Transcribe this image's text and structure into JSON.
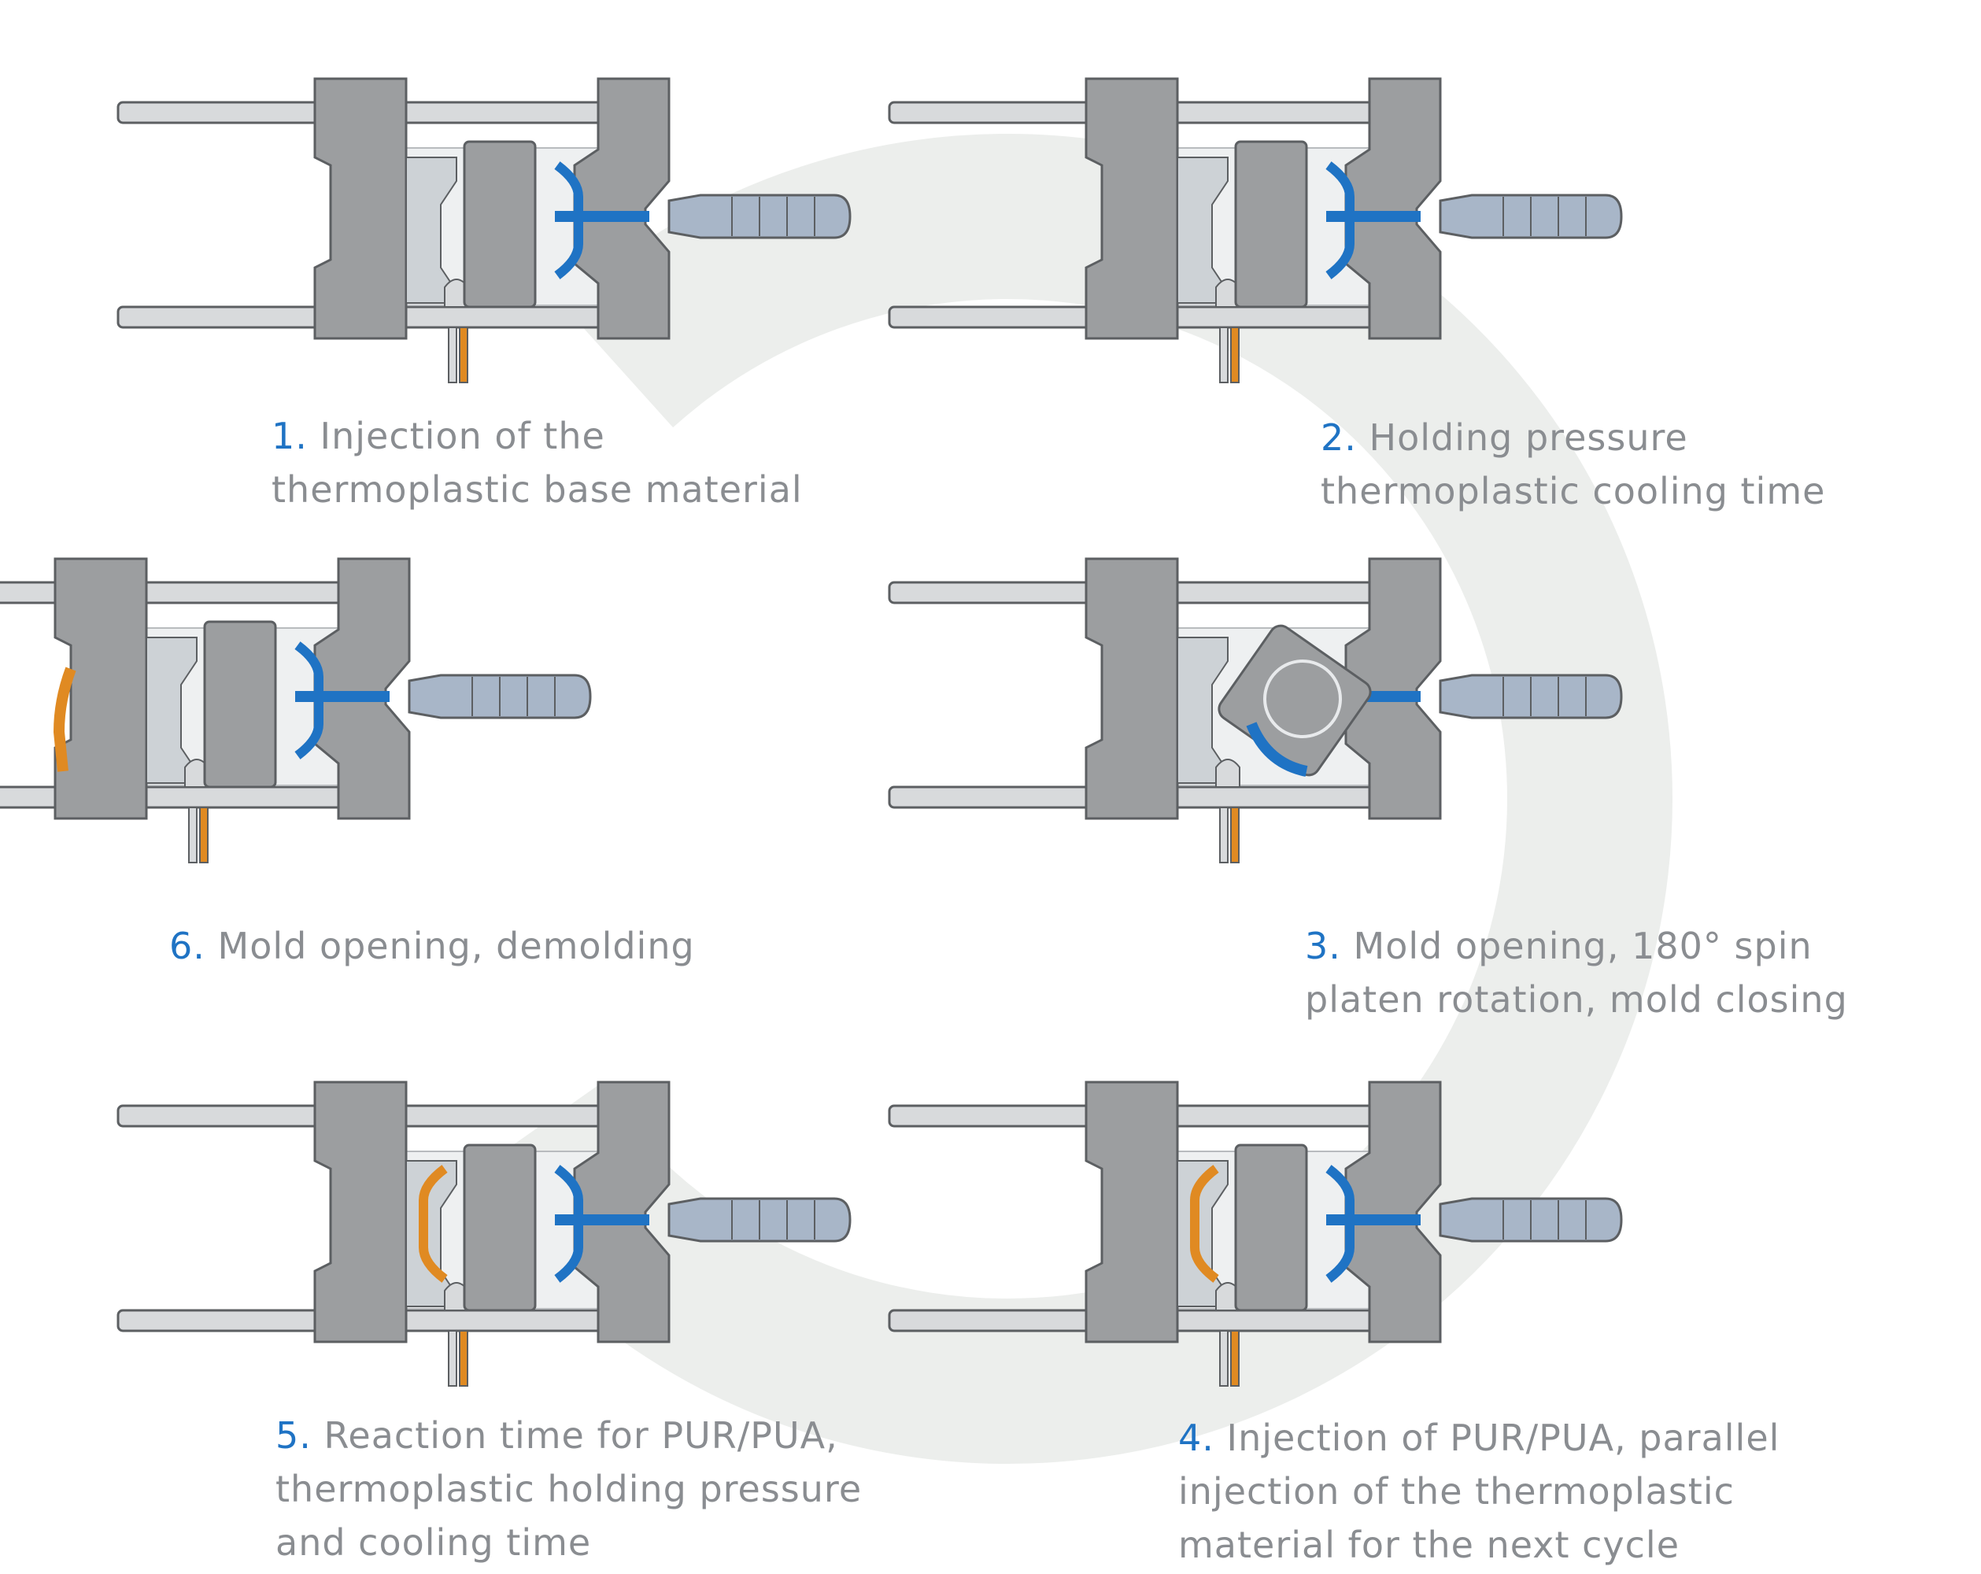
{
  "colors": {
    "ring": "#eceeec",
    "machine": "#9c9ea0",
    "machine_edge": "#5c5f62",
    "bar": "#d8dadc",
    "cavity": "#cdd2d6",
    "unit": "#a8b6c8",
    "thermoplastic": "#1f73c4",
    "pur": "#e08a22",
    "text": "#8a8d91",
    "number": "#1f73c4"
  },
  "steps": [
    {
      "number": "1.",
      "lines": [
        "Injection of the",
        "thermoplastic base material"
      ]
    },
    {
      "number": "2.",
      "lines": [
        "Holding pressure",
        "thermoplastic cooling time"
      ]
    },
    {
      "number": "3.",
      "lines": [
        "Mold opening, 180° spin",
        "platen rotation, mold closing"
      ]
    },
    {
      "number": "4.",
      "lines": [
        "Injection of PUR/PUA, parallel",
        "injection of the thermoplastic",
        "material for the next cycle"
      ]
    },
    {
      "number": "5.",
      "lines": [
        "Reaction time for PUR/PUA,",
        "thermoplastic holding pressure",
        "and cooling time"
      ]
    },
    {
      "number": "6.",
      "lines": [
        "Mold opening, demolding"
      ]
    }
  ]
}
